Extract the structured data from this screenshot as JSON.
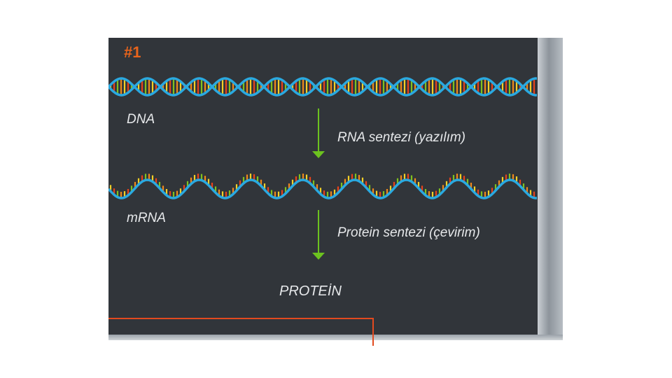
{
  "badge": "#1",
  "dna": {
    "label": "DNA"
  },
  "step1": {
    "label": "RNA sentezi (yazılım)"
  },
  "mrna": {
    "label": "mRNA"
  },
  "step2": {
    "label": "Protein sentezi (çevirim)"
  },
  "product": {
    "label": "PROTEİN"
  },
  "colors": {
    "panel": "#31353a",
    "badge": "#e8641c",
    "strand": "#2aa9e0",
    "rung_palette": [
      "#f2d027",
      "#e8431c",
      "#7fc21f",
      "#f08a1c"
    ],
    "arrow": "#6cc21f",
    "frame": "#e24a1f"
  },
  "icons": {
    "arrow": "arrow-down-icon",
    "dna": "dna-helix-icon",
    "mrna": "mrna-strand-icon"
  }
}
